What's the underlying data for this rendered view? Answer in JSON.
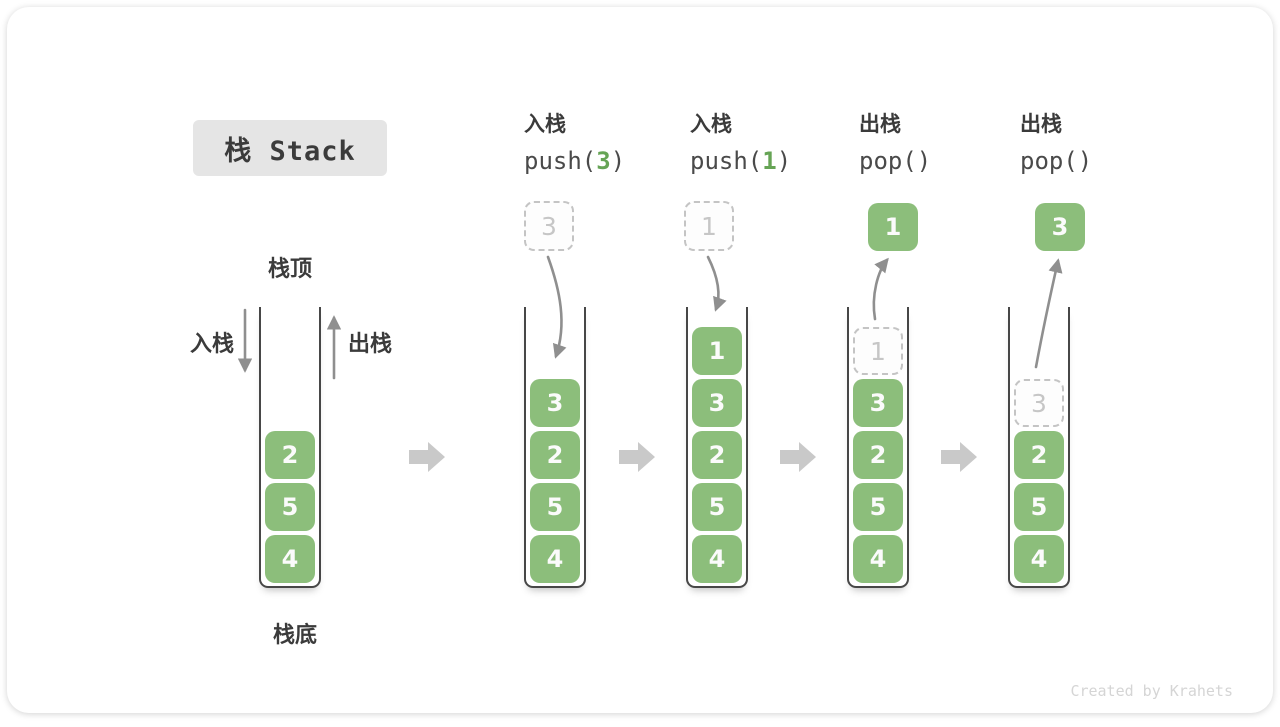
{
  "title": "栈 Stack",
  "labels": {
    "stack_top": "栈顶",
    "stack_bottom": "栈底",
    "push_side": "入栈",
    "pop_side": "出栈"
  },
  "operations": [
    {
      "label": "入栈",
      "code_pre": "push(",
      "arg": "3",
      "code_post": ")"
    },
    {
      "label": "入栈",
      "code_pre": "push(",
      "arg": "1",
      "code_post": ")"
    },
    {
      "label": "出栈",
      "code_pre": "pop(",
      "arg": "",
      "code_post": ")"
    },
    {
      "label": "出栈",
      "code_pre": "pop(",
      "arg": "",
      "code_post": ")"
    }
  ],
  "stacks": [
    {
      "items": [
        {
          "value": "4",
          "style": "solid"
        },
        {
          "value": "5",
          "style": "solid"
        },
        {
          "value": "2",
          "style": "solid"
        }
      ],
      "float": null
    },
    {
      "items": [
        {
          "value": "4",
          "style": "solid"
        },
        {
          "value": "5",
          "style": "solid"
        },
        {
          "value": "2",
          "style": "solid"
        },
        {
          "value": "3",
          "style": "solid"
        }
      ],
      "float": {
        "value": "3",
        "style": "dashed"
      }
    },
    {
      "items": [
        {
          "value": "4",
          "style": "solid"
        },
        {
          "value": "5",
          "style": "solid"
        },
        {
          "value": "2",
          "style": "solid"
        },
        {
          "value": "3",
          "style": "solid"
        },
        {
          "value": "1",
          "style": "solid"
        }
      ],
      "float": {
        "value": "1",
        "style": "dashed"
      }
    },
    {
      "items": [
        {
          "value": "4",
          "style": "solid"
        },
        {
          "value": "5",
          "style": "solid"
        },
        {
          "value": "2",
          "style": "solid"
        },
        {
          "value": "3",
          "style": "solid"
        },
        {
          "value": "1",
          "style": "dashed"
        }
      ],
      "float": {
        "value": "1",
        "style": "solid"
      }
    },
    {
      "items": [
        {
          "value": "4",
          "style": "solid"
        },
        {
          "value": "5",
          "style": "solid"
        },
        {
          "value": "2",
          "style": "solid"
        },
        {
          "value": "3",
          "style": "dashed"
        }
      ],
      "float": {
        "value": "3",
        "style": "solid"
      }
    }
  ],
  "footer": "Created by Krahets",
  "icons": [
    "down-arrow-icon",
    "up-arrow-icon",
    "curved-push-arrow-icon",
    "curved-pop-arrow-icon",
    "right-block-arrow-icon"
  ],
  "colors": {
    "box_green": "#8CBE7B",
    "arg_green": "#66A455",
    "ink": "#3B3B3B",
    "code_ink": "#4A4A4A",
    "arrow_gray": "#8F8F8F",
    "block_arrow_gray": "#C9C9C9",
    "ghost_border": "#C4C4C4",
    "ghost_text": "#C6C6C6",
    "container_ink": "#474747",
    "title_bg": "#E5E5E5",
    "footer_gray": "#D5D5D5"
  }
}
